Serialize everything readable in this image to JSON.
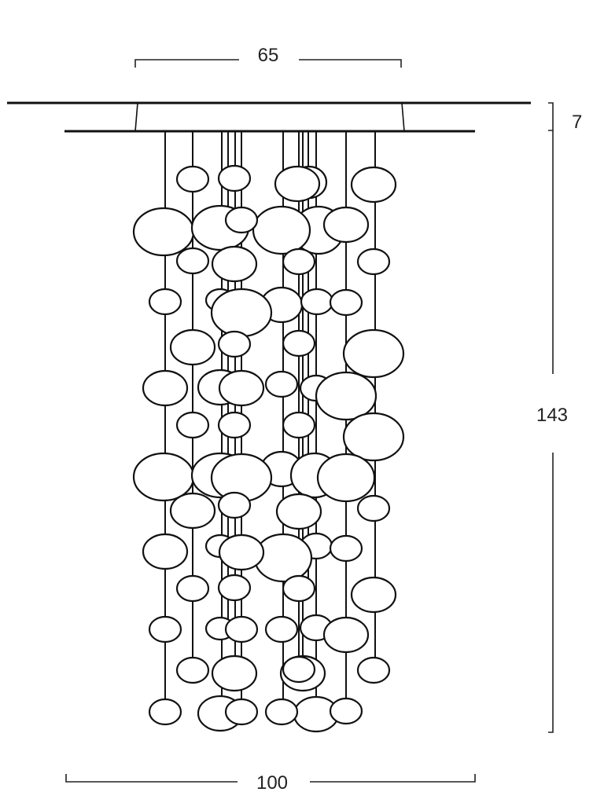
{
  "dimensions": {
    "canopy_width": "65",
    "canopy_height": "7",
    "total_height": "143",
    "total_width": "100"
  },
  "colors": {
    "line": "#111111",
    "background": "#ffffff"
  }
}
